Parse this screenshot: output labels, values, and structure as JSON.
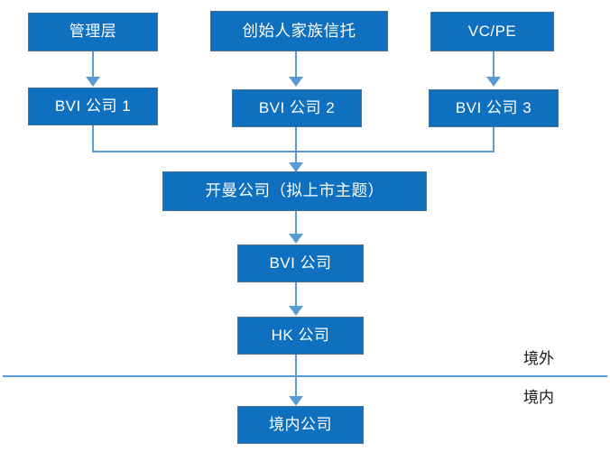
{
  "diagram": {
    "title": "Offshore holding structure flowchart",
    "colors": {
      "node_fill": "#0f70c0",
      "node_border": "#4a6f8f",
      "node_text": "#ffffff",
      "connector": "#5b9bd5",
      "divider": "#5b9bd5",
      "label_text": "#1a1a1a",
      "background": "#ffffff"
    },
    "nodes": [
      {
        "id": "management",
        "label": "管理层"
      },
      {
        "id": "founder-trust",
        "label": "创始人家族信托"
      },
      {
        "id": "vc-pe",
        "label": "VC/PE"
      },
      {
        "id": "bvi-1",
        "label": "BVI 公司 1"
      },
      {
        "id": "bvi-2",
        "label": "BVI 公司 2"
      },
      {
        "id": "bvi-3",
        "label": "BVI 公司 3"
      },
      {
        "id": "cayman",
        "label": "开曼公司（拟上市主题）"
      },
      {
        "id": "bvi",
        "label": "BVI 公司"
      },
      {
        "id": "hk",
        "label": "HK 公司"
      },
      {
        "id": "domestic",
        "label": "境内公司"
      }
    ],
    "region_labels": {
      "offshore": "境外",
      "onshore": "境内"
    }
  }
}
